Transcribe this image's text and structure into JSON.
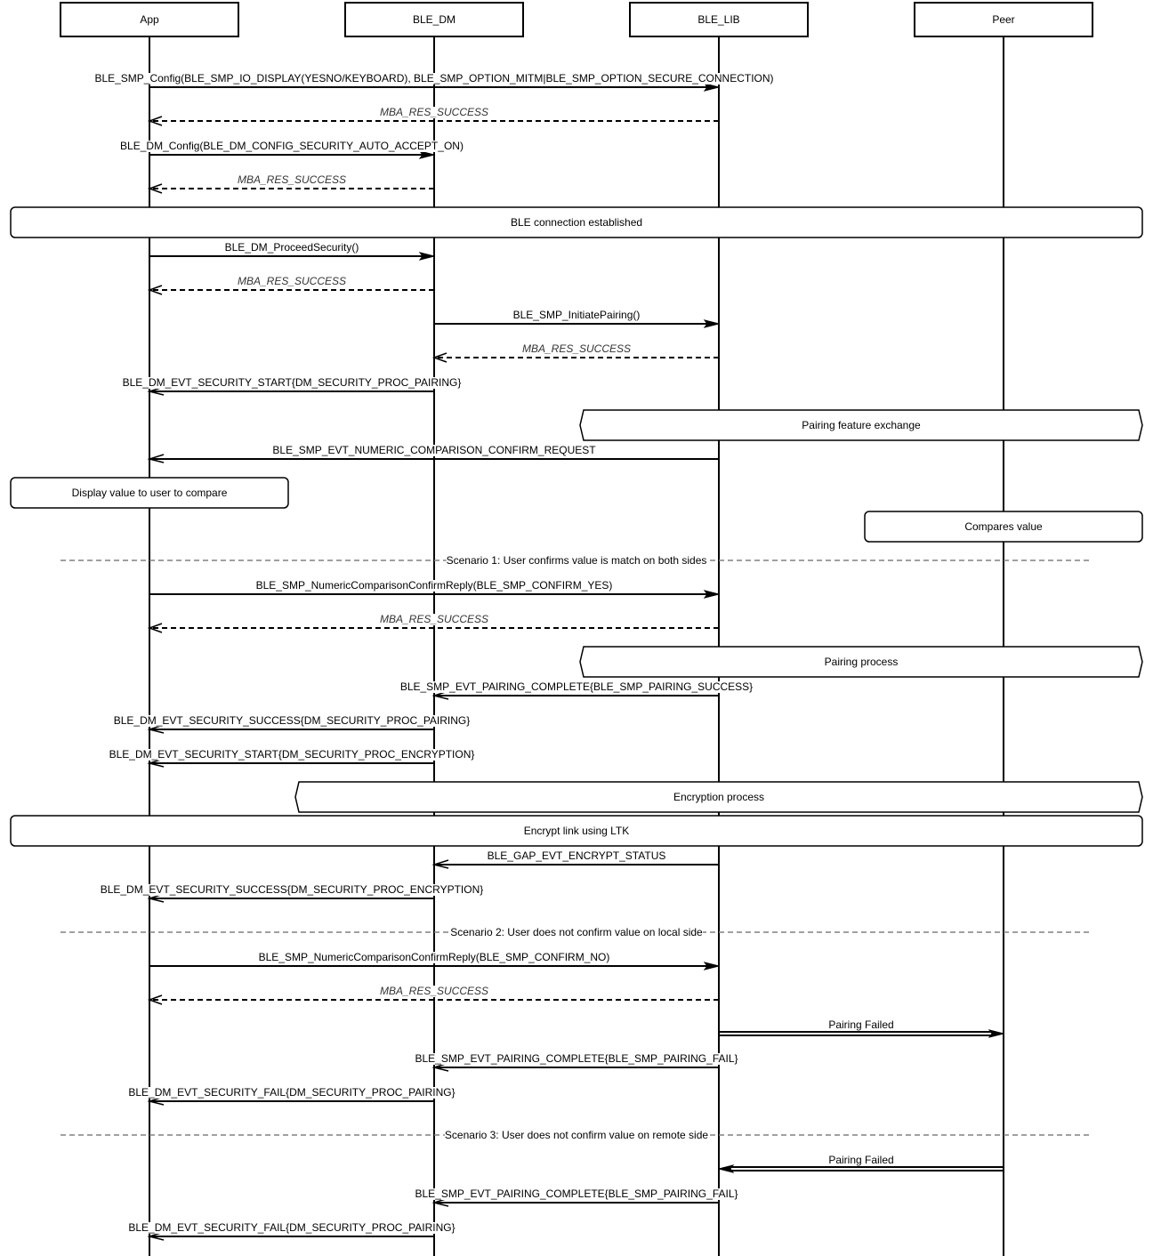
{
  "participants": [
    "App",
    "BLE_DM",
    "BLE_LIB",
    "Peer"
  ],
  "steps": [
    {
      "kind": "msg",
      "from": 0,
      "to": 2,
      "style": "sync",
      "label": "BLE_SMP_Config(BLE_SMP_IO_DISPLAY(YESNO/KEYBOARD), BLE_SMP_OPTION_MITM|BLE_SMP_OPTION_SECURE_CONNECTION)"
    },
    {
      "kind": "msg",
      "from": 2,
      "to": 0,
      "style": "return",
      "label": "MBA_RES_SUCCESS"
    },
    {
      "kind": "msg",
      "from": 0,
      "to": 1,
      "style": "sync",
      "label": "BLE_DM_Config(BLE_DM_CONFIG_SECURITY_AUTO_ACCEPT_ON)"
    },
    {
      "kind": "msg",
      "from": 1,
      "to": 0,
      "style": "return",
      "label": "MBA_RES_SUCCESS"
    },
    {
      "kind": "note",
      "shape": "rounded",
      "label": "BLE connection established"
    },
    {
      "kind": "msg",
      "from": 0,
      "to": 1,
      "style": "sync",
      "label": "BLE_DM_ProceedSecurity()"
    },
    {
      "kind": "msg",
      "from": 1,
      "to": 0,
      "style": "return",
      "label": "MBA_RES_SUCCESS"
    },
    {
      "kind": "msg",
      "from": 1,
      "to": 2,
      "style": "sync",
      "label": "BLE_SMP_InitiatePairing()"
    },
    {
      "kind": "msg",
      "from": 2,
      "to": 1,
      "style": "return",
      "label": "MBA_RES_SUCCESS"
    },
    {
      "kind": "msg",
      "from": 1,
      "to": 0,
      "style": "event",
      "label": "BLE_DM_EVT_SECURITY_START{DM_SECURITY_PROC_PAIRING}"
    },
    {
      "kind": "note",
      "shape": "hex",
      "label": "Pairing feature exchange"
    },
    {
      "kind": "msg",
      "from": 2,
      "to": 0,
      "style": "event",
      "label": "BLE_SMP_EVT_NUMERIC_COMPARISON_CONFIRM_REQUEST"
    },
    {
      "kind": "note",
      "shape": "rounded",
      "label": "Display value to user to compare"
    },
    {
      "kind": "note",
      "shape": "rounded",
      "label": "Compares value"
    },
    {
      "kind": "divider",
      "label": "Scenario 1: User confirms value is match on both sides"
    },
    {
      "kind": "msg",
      "from": 0,
      "to": 2,
      "style": "sync",
      "label": "BLE_SMP_NumericComparisonConfirmReply(BLE_SMP_CONFIRM_YES)"
    },
    {
      "kind": "msg",
      "from": 2,
      "to": 0,
      "style": "return",
      "label": "MBA_RES_SUCCESS"
    },
    {
      "kind": "note",
      "shape": "hex",
      "label": "Pairing process"
    },
    {
      "kind": "msg",
      "from": 2,
      "to": 1,
      "style": "event",
      "label": "BLE_SMP_EVT_PAIRING_COMPLETE{BLE_SMP_PAIRING_SUCCESS}"
    },
    {
      "kind": "msg",
      "from": 1,
      "to": 0,
      "style": "event",
      "label": "BLE_DM_EVT_SECURITY_SUCCESS{DM_SECURITY_PROC_PAIRING}"
    },
    {
      "kind": "msg",
      "from": 1,
      "to": 0,
      "style": "event",
      "label": "BLE_DM_EVT_SECURITY_START{DM_SECURITY_PROC_ENCRYPTION}"
    },
    {
      "kind": "note",
      "shape": "hex",
      "label": "Encryption process"
    },
    {
      "kind": "note",
      "shape": "rounded",
      "label": "Encrypt link using LTK"
    },
    {
      "kind": "msg",
      "from": 2,
      "to": 1,
      "style": "event",
      "label": "BLE_GAP_EVT_ENCRYPT_STATUS"
    },
    {
      "kind": "msg",
      "from": 1,
      "to": 0,
      "style": "event",
      "label": "BLE_DM_EVT_SECURITY_SUCCESS{DM_SECURITY_PROC_ENCRYPTION}"
    },
    {
      "kind": "divider",
      "label": "Scenario 2: User does not confirm value on local side"
    },
    {
      "kind": "msg",
      "from": 0,
      "to": 2,
      "style": "sync",
      "label": "BLE_SMP_NumericComparisonConfirmReply(BLE_SMP_CONFIRM_NO)"
    },
    {
      "kind": "msg",
      "from": 2,
      "to": 0,
      "style": "return",
      "label": "MBA_RES_SUCCESS"
    },
    {
      "kind": "msg",
      "from": 2,
      "to": 3,
      "style": "double",
      "label": "Pairing Failed"
    },
    {
      "kind": "msg",
      "from": 2,
      "to": 1,
      "style": "event",
      "label": "BLE_SMP_EVT_PAIRING_COMPLETE{BLE_SMP_PAIRING_FAIL}"
    },
    {
      "kind": "msg",
      "from": 1,
      "to": 0,
      "style": "event",
      "label": "BLE_DM_EVT_SECURITY_FAIL{DM_SECURITY_PROC_PAIRING}"
    },
    {
      "kind": "divider",
      "label": "Scenario 3: User does not confirm value on remote side"
    },
    {
      "kind": "msg",
      "from": 3,
      "to": 2,
      "style": "double",
      "label": "Pairing Failed"
    },
    {
      "kind": "msg",
      "from": 2,
      "to": 1,
      "style": "event",
      "label": "BLE_SMP_EVT_PAIRING_COMPLETE{BLE_SMP_PAIRING_FAIL}"
    },
    {
      "kind": "msg",
      "from": 1,
      "to": 0,
      "style": "event",
      "label": "BLE_DM_EVT_SECURITY_FAIL{DM_SECURITY_PROC_PAIRING}"
    }
  ]
}
